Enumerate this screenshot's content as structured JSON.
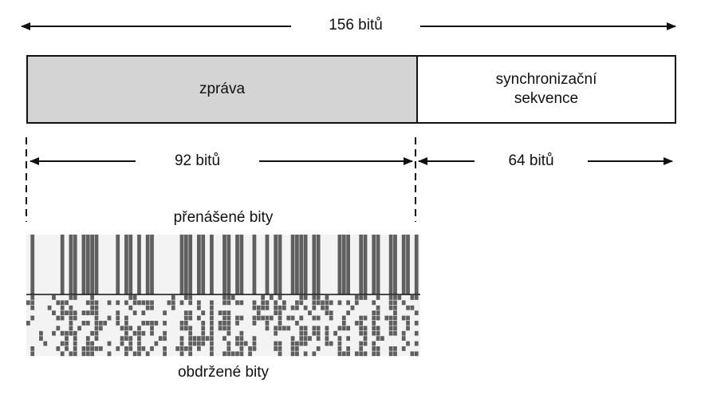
{
  "total_length_label": "156 bitů",
  "frame": {
    "message_label": "zpráva",
    "sync_label": "synchronizační\nsekvence"
  },
  "message_length_label": "92 bitů",
  "sync_length_label": "64 bitů",
  "transmitted_bits_label": "přenášené bity",
  "received_bits_label": "obdržené bity",
  "colors": {
    "message_fill": "#d4d4d4",
    "bar_dark": "#5f5f5f",
    "bar_light": "#f3f3f3",
    "line": "#111111"
  }
}
